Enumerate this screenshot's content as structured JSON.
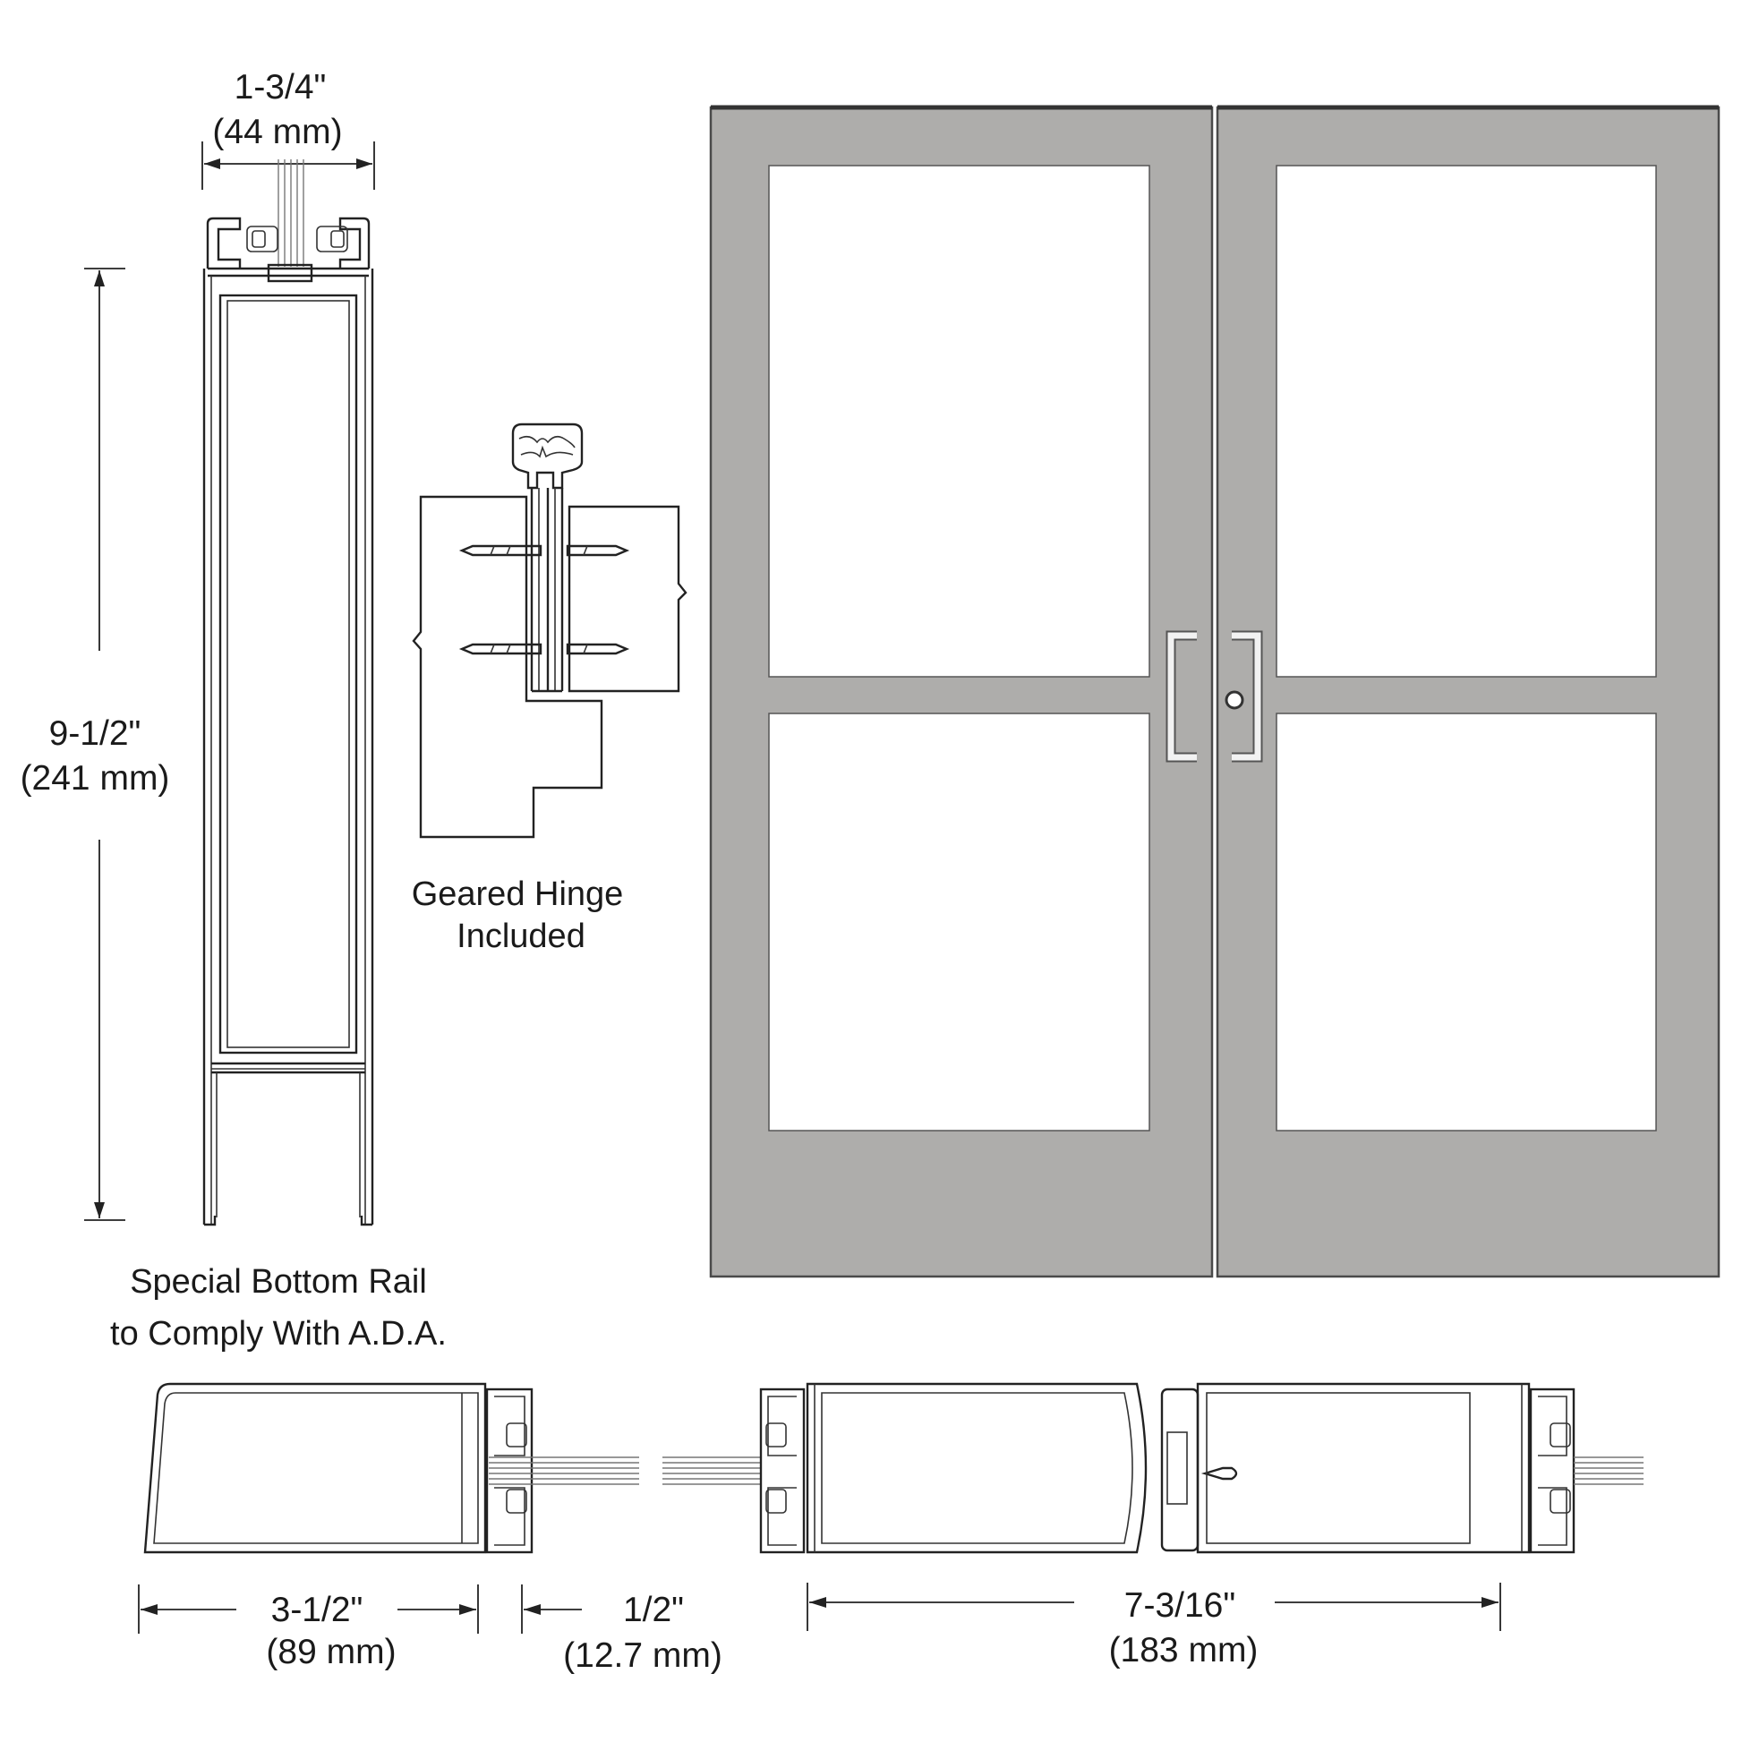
{
  "dimensions": {
    "thickness": {
      "imperial": "1-3/4\"",
      "metric": "(44 mm)"
    },
    "height": {
      "imperial": "9-1/2\"",
      "metric": "(241 mm)"
    },
    "stile_width": {
      "imperial": "3-1/2\"",
      "metric": "(89 mm)"
    },
    "glass_bite": {
      "imperial": "1/2\"",
      "metric": "(12.7 mm)"
    },
    "meeting_stiles": {
      "imperial": "7-3/16\"",
      "metric": "(183 mm)"
    }
  },
  "captions": {
    "hinge_line1": "Geared Hinge",
    "hinge_line2": "Included",
    "rail_line1": "Special Bottom Rail",
    "rail_line2": "to Comply With A.D.A."
  },
  "colors": {
    "door_finish": "#aeadab",
    "line": "#222222",
    "glass": "#ffffff"
  }
}
